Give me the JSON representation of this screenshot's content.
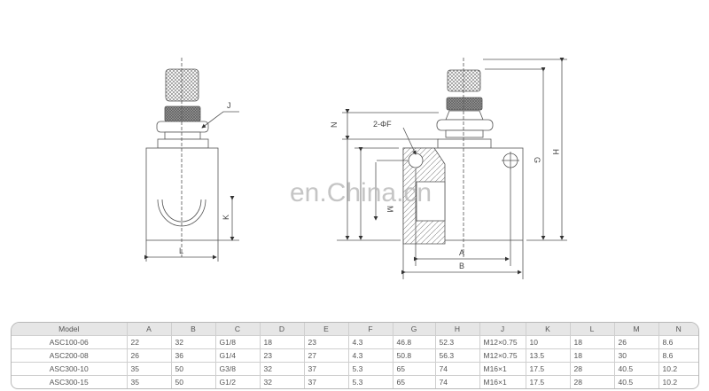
{
  "watermark": "en.China.cn",
  "side_view": {
    "labels": {
      "J": "J",
      "K": "K",
      "L": "L"
    }
  },
  "front_view": {
    "labels": {
      "N": "N",
      "F": "2-ΦF",
      "M": "M",
      "A": "A",
      "B": "B",
      "G": "G",
      "H": "H"
    }
  },
  "table": {
    "headers": [
      "Model",
      "A",
      "B",
      "C",
      "D",
      "E",
      "F",
      "G",
      "H",
      "J",
      "K",
      "L",
      "M",
      "N"
    ],
    "rows": [
      [
        "ASC100-06",
        "22",
        "32",
        "G1/8",
        "18",
        "23",
        "4.3",
        "46.8",
        "52.3",
        "M12×0.75",
        "10",
        "18",
        "26",
        "8.6"
      ],
      [
        "ASC200-08",
        "26",
        "36",
        "G1/4",
        "23",
        "27",
        "4.3",
        "50.8",
        "56.3",
        "M12×0.75",
        "13.5",
        "18",
        "30",
        "8.6"
      ],
      [
        "ASC300-10",
        "35",
        "50",
        "G3/8",
        "32",
        "37",
        "5.3",
        "65",
        "74",
        "M16×1",
        "17.5",
        "28",
        "40.5",
        "10.2"
      ],
      [
        "ASC300-15",
        "35",
        "50",
        "G1/2",
        "32",
        "37",
        "5.3",
        "65",
        "74",
        "M16×1",
        "17.5",
        "28",
        "40.5",
        "10.2"
      ]
    ]
  }
}
